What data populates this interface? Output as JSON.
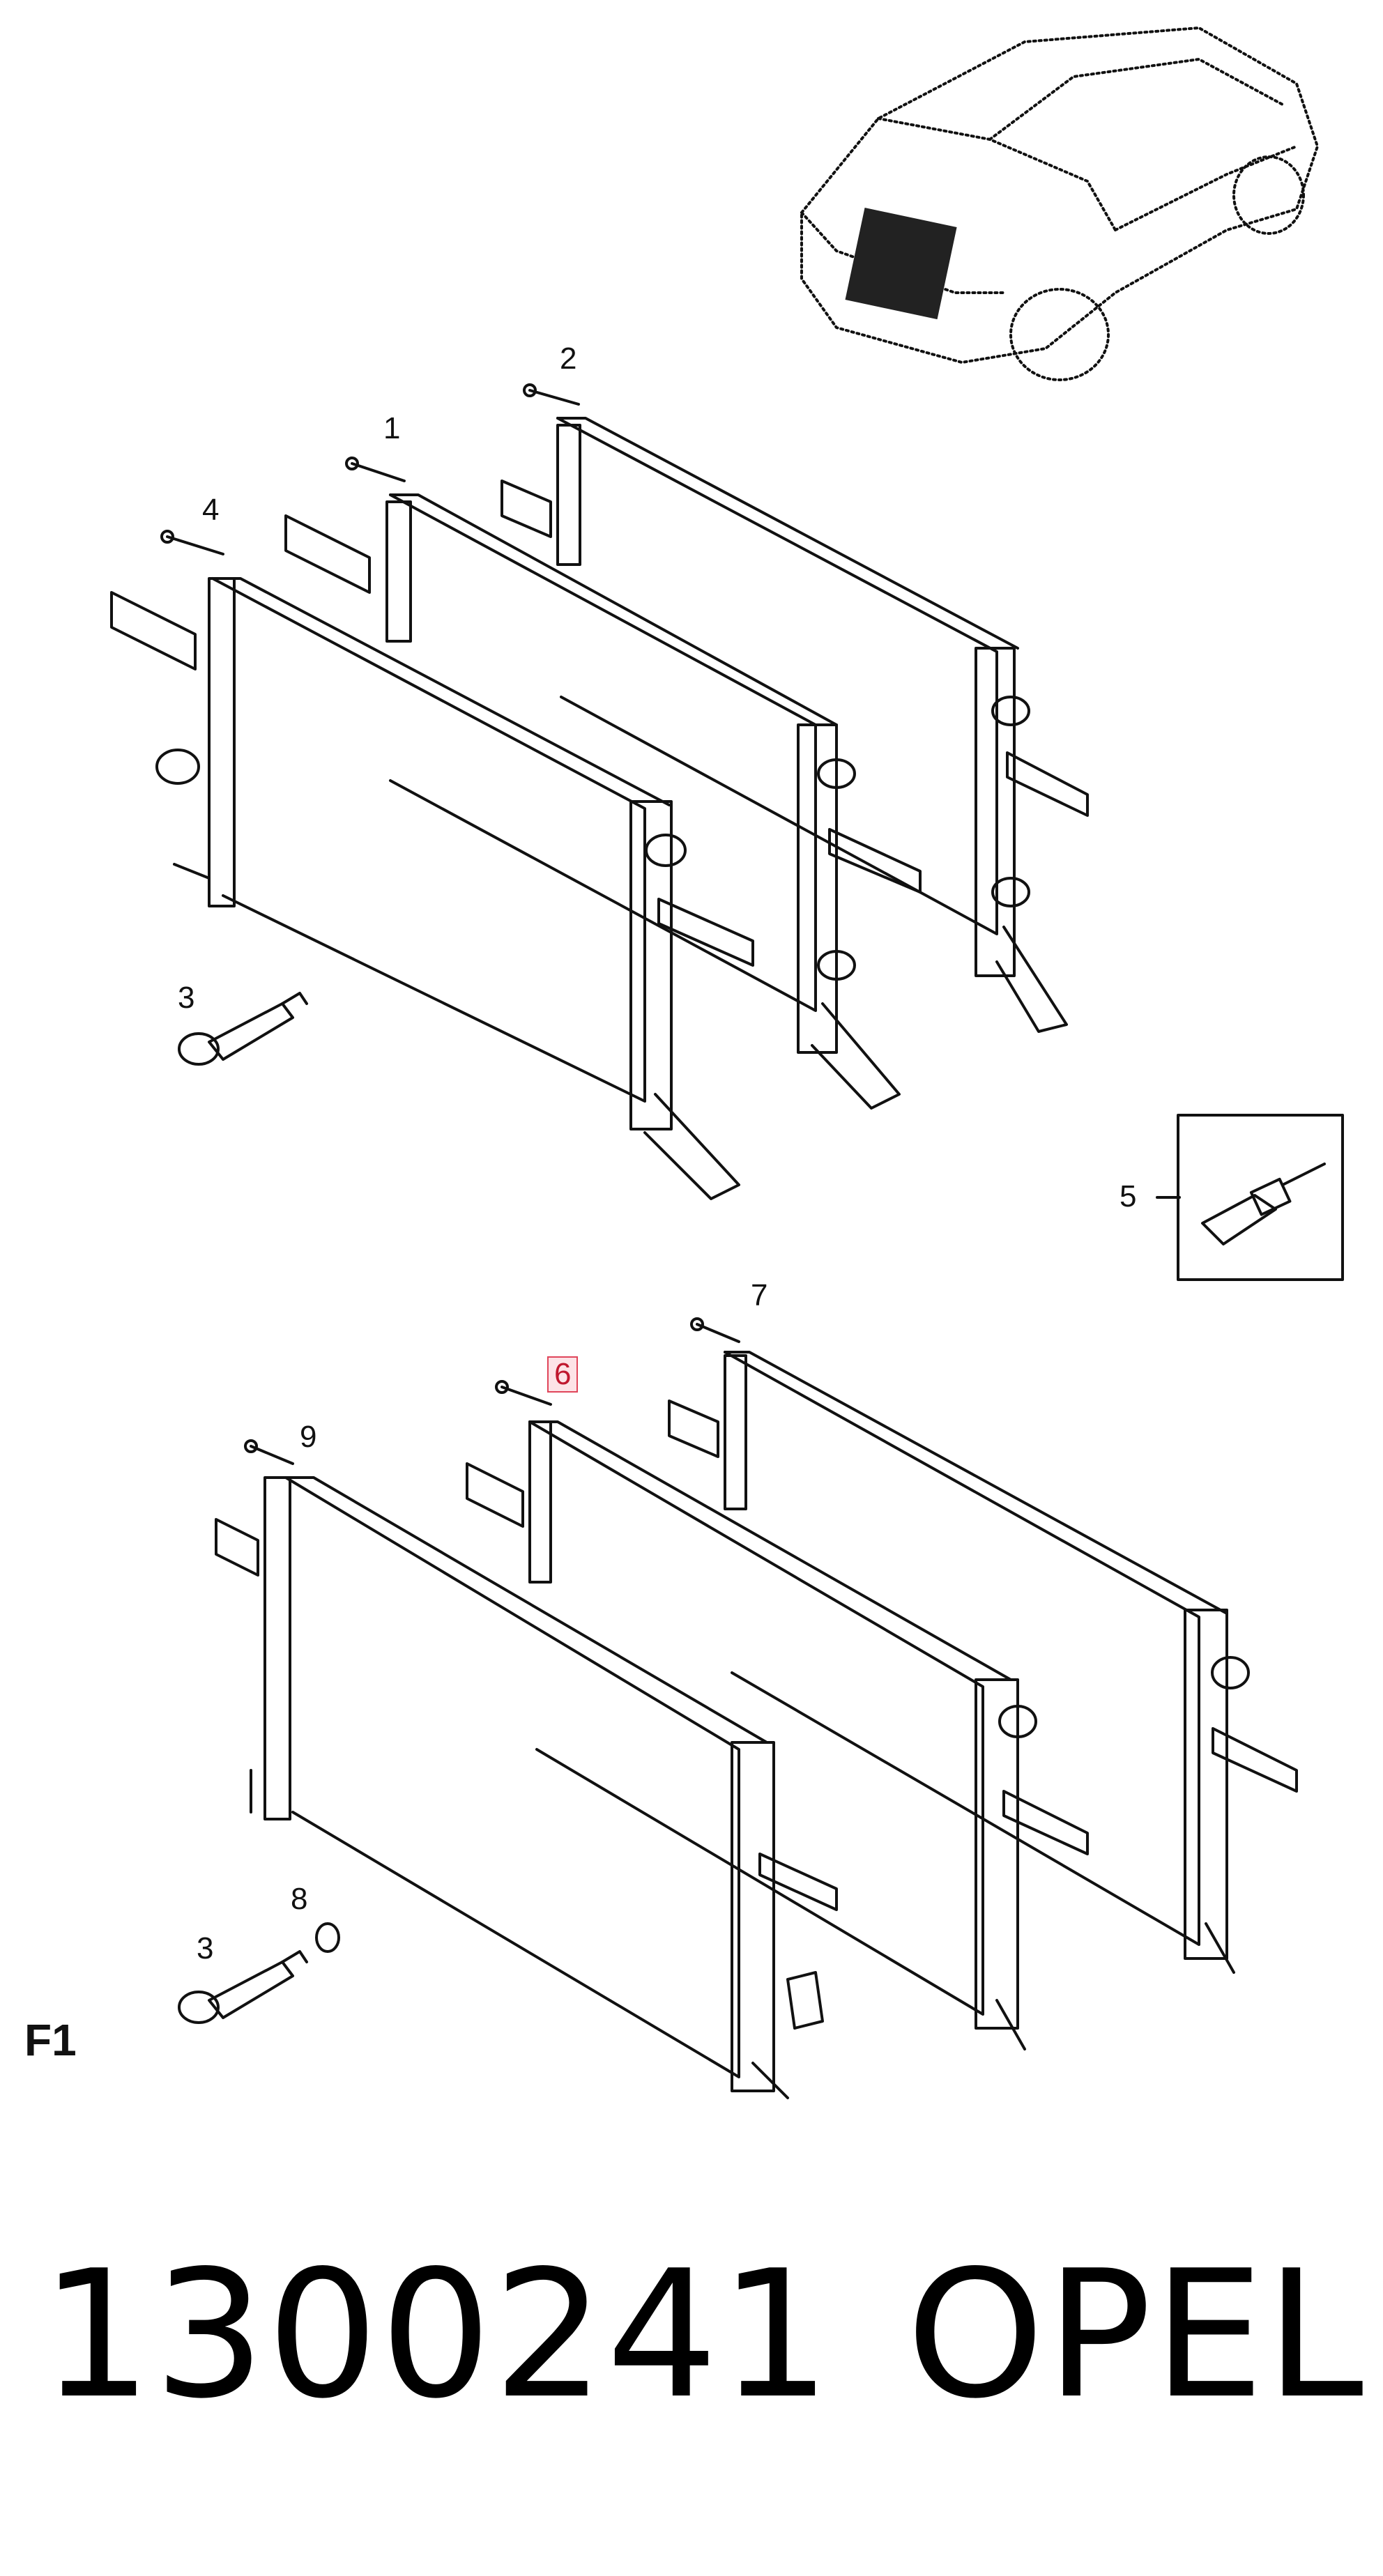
{
  "diagram": {
    "callouts": [
      {
        "id": "c2",
        "label": "2"
      },
      {
        "id": "c1",
        "label": "1"
      },
      {
        "id": "c4",
        "label": "4"
      },
      {
        "id": "c3a",
        "label": "3"
      },
      {
        "id": "c5",
        "label": "5"
      },
      {
        "id": "c7",
        "label": "7"
      },
      {
        "id": "c6",
        "label": "6",
        "highlighted": true
      },
      {
        "id": "c9",
        "label": "9"
      },
      {
        "id": "c8",
        "label": "8"
      },
      {
        "id": "c3b",
        "label": "3"
      }
    ],
    "section_tag": "F1",
    "colors": {
      "line": "#111111",
      "highlight_border": "#e0455a",
      "highlight_fill": "#fde3e7"
    }
  },
  "footer": {
    "part_number": "1300241",
    "brand": "OPEL"
  }
}
